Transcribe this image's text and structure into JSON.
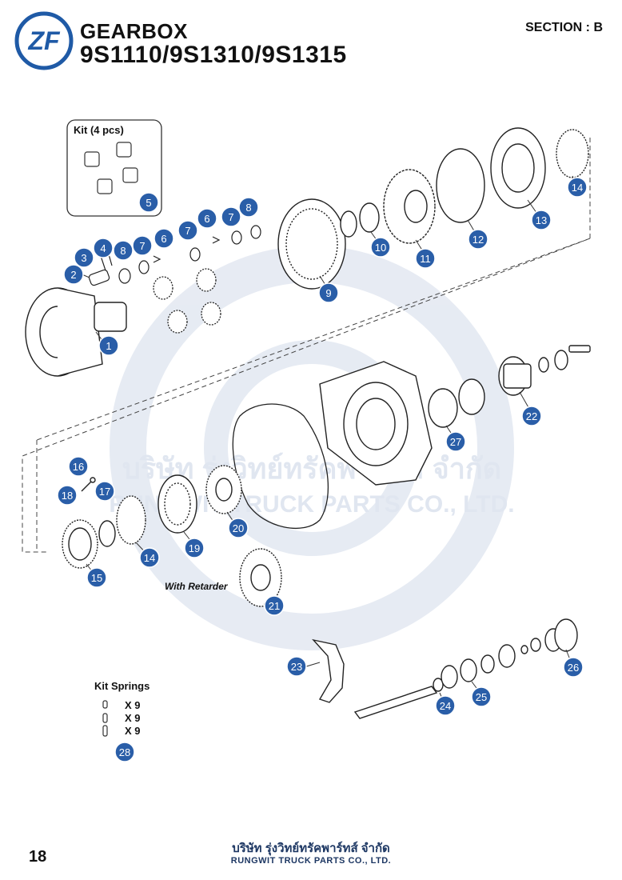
{
  "header": {
    "title_line1": "GEARBOX",
    "title_line2": "9S1110/9S1310/9S1315",
    "section": "SECTION : B",
    "logo_text": "ZF"
  },
  "labels": {
    "kit_box": "Kit (4 pcs)",
    "with_retarder": "With Retarder",
    "kit_springs": "Kit Springs",
    "spring_qty": [
      "X 9",
      "X 9",
      "X 9"
    ]
  },
  "watermark": {
    "thai": "บริษัท รุ่งวิทย์ทรัคพาร์ทส์ จำกัด",
    "english": "RUNGWIT TRUCK PARTS CO., LTD."
  },
  "callouts": [
    "1",
    "2",
    "3",
    "4",
    "5",
    "6",
    "6",
    "7",
    "7",
    "7",
    "8",
    "8",
    "9",
    "10",
    "11",
    "12",
    "13",
    "14",
    "14",
    "15",
    "16",
    "17",
    "18",
    "19",
    "20",
    "21",
    "22",
    "23",
    "24",
    "25",
    "26",
    "27",
    "28"
  ],
  "footer": {
    "page_number": "18",
    "company_thai": "บริษัท รุ่งวิทย์ทรัคพาร์ทส์ จำกัด",
    "company_english": "RUNGWIT TRUCK PARTS CO., LTD."
  },
  "colors": {
    "logo_blue": "#1f5aa6",
    "callout_fill": "#2a5ea8",
    "watermark": "#dde4ef",
    "footer_text": "#1d3763"
  }
}
